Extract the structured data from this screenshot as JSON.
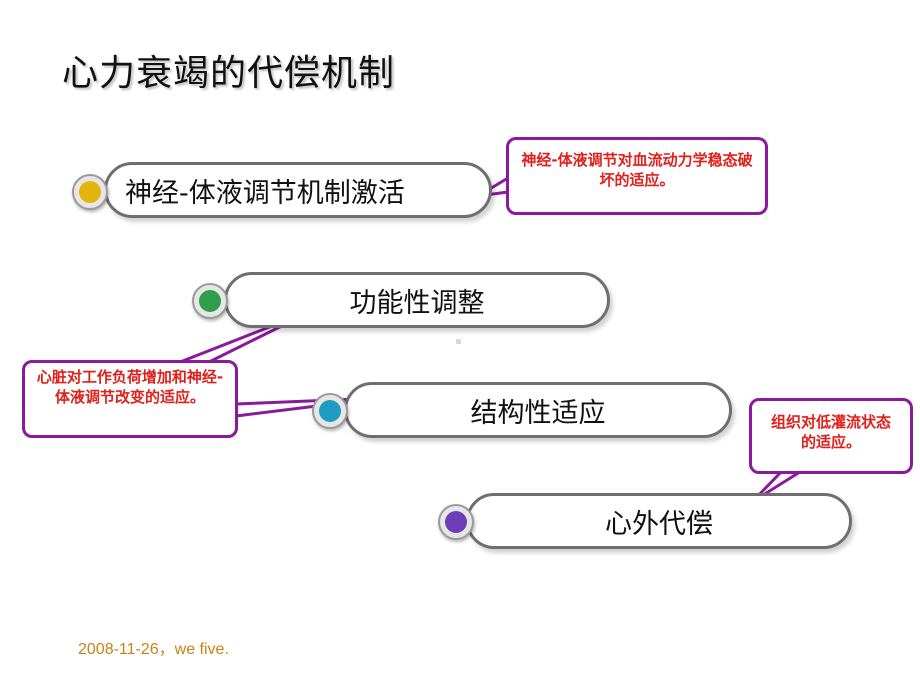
{
  "title": "心力衰竭的代偿机制",
  "steps": [
    {
      "label": "神经-体液调节机制激活",
      "bullet_color": "#e3b50a"
    },
    {
      "label": "功能性调整",
      "bullet_color": "#2f9e4a"
    },
    {
      "label": "结构性适应",
      "bullet_color": "#1e9cc4"
    },
    {
      "label": "心外代偿",
      "bullet_color": "#6c3fb8"
    }
  ],
  "callouts": {
    "top_right": "神经-体液调节对血流动力学稳态破坏的适应。",
    "left": "心脏对工作负荷增加和神经-体液调节改变的适应。",
    "bottom_right": "组织对低灌流状态的适应。"
  },
  "colors": {
    "callout_border": "#8a1a9b",
    "callout_text": "#e0201b",
    "footer_text": "#c8821a"
  },
  "footer": "2008-11-26，we five."
}
